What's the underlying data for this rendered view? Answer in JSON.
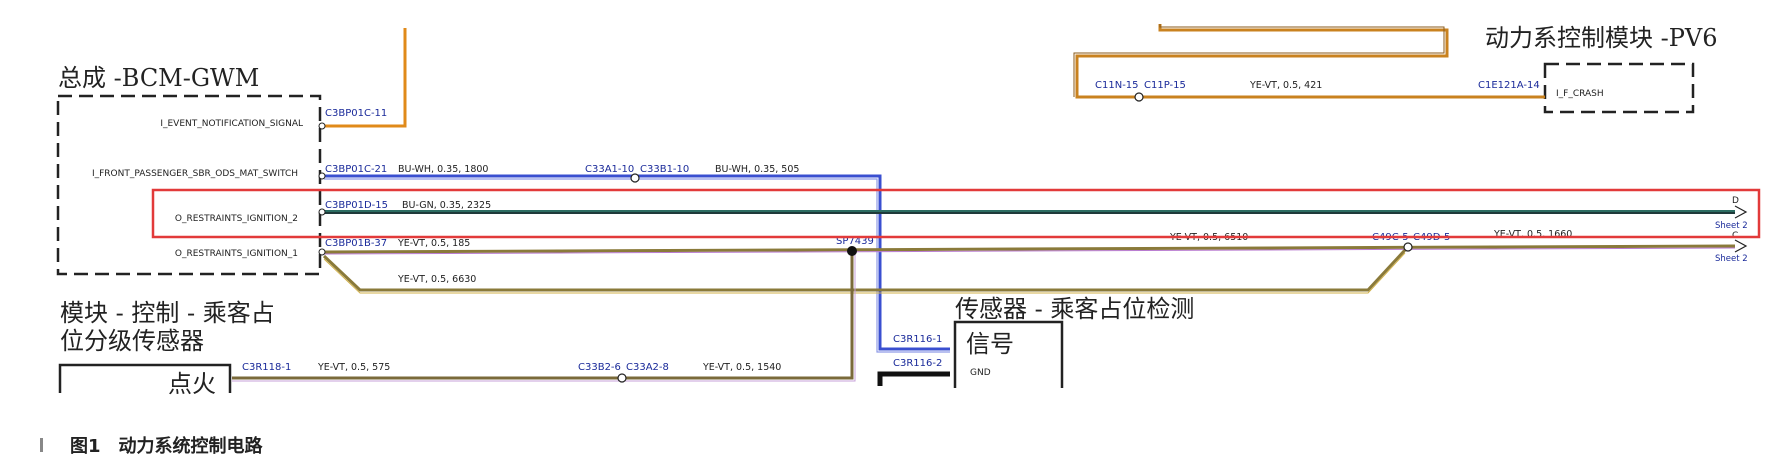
{
  "modules": {
    "bcm": "总成 -BCM-GWM",
    "pcm": "动力系控制模块 -PV6",
    "ocs_module": "模块 - 控制 - 乘客占位分级传感器",
    "ocs_sensor": "传感器 - 乘客占位检测"
  },
  "signals": {
    "event": "I_EVENT_NOTIFICATION_SIGNAL",
    "mat": "I_FRONT_PASSENGER_SBR_ODS_MAT_SWITCH",
    "ign2": "O_RESTRAINTS_IGNITION_2",
    "ign1": "O_RESTRAINTS_IGNITION_1",
    "crash": "I_F_CRASH",
    "ignite": "点火",
    "signal": "信号",
    "gnd": "GND"
  },
  "connectors": {
    "c_event": "C3BP01C-11",
    "c_mat": "C3BP01C-21",
    "c_ign2": "C3BP01D-15",
    "c_ign1": "C3BP01B-37",
    "c_c33a1": "C33A1-10",
    "c_c33b1": "C33B1-10",
    "c_sp": "SP7439",
    "c_c49c": "C49C-5",
    "c_c49d": "C49D-5",
    "c_c11n": "C11N-15",
    "c_c11p": "C11P-15",
    "c_c1e": "C1E121A-14",
    "c_c3r118": "C3R118-1",
    "c_c33b2": "C33B2-6",
    "c_c33a2": "C33A2-8",
    "c_c3r116_1": "C3R116-1",
    "c_c3r116_2": "C3R116-2"
  },
  "wires": {
    "w_mat1": "BU-WH, 0.35, 1800",
    "w_mat2": "BU-WH, 0.35, 505",
    "w_ign2": "BU-GN, 0.35, 2325",
    "w_ign1a": "YE-VT, 0.5, 185",
    "w_ign1b": "YE-VT, 0.5, 6510",
    "w_ign1c": "YE-VT, 0.5, 1660",
    "w_ign1d": "YE-VT, 0.5, 6630",
    "w_crash": "YE-VT, 0.5, 421",
    "w_s1": "YE-VT, 0.5, 575",
    "w_s2": "YE-VT, 0.5, 1540"
  },
  "sheets": {
    "d_letter": "D",
    "c_letter": "C",
    "sheet_d": "Sheet 2",
    "sheet_c": "Sheet 2"
  },
  "caption": "图1　动力系统控制电路",
  "colors": {
    "highlight": "#e23a3a",
    "connector_text": "#1a2a9a",
    "wire_blue": "#3a4fd0",
    "wire_orange": "#e08a1a",
    "wire_dark": "#1f3a3a"
  }
}
